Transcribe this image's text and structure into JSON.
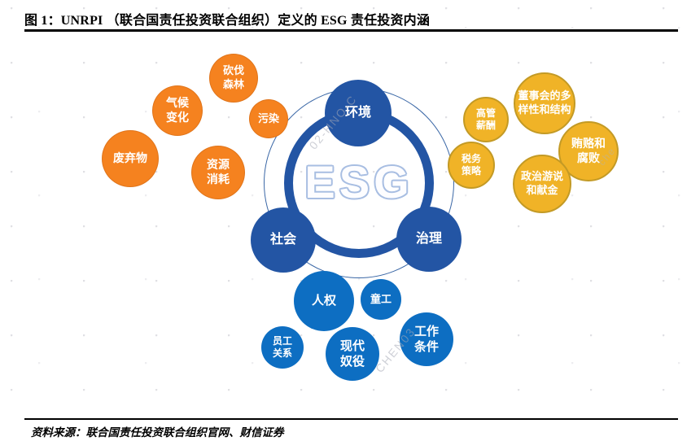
{
  "header": {
    "title": "图 1：UNRPI （联合国责任投资联合组织）定义的 ESG 责任投资内涵"
  },
  "footer": {
    "source": "资料来源：联合国责任投资联合组织官网、财信证券"
  },
  "esg_label": "ESG",
  "nodes": {
    "environment": "环境",
    "society": "社会",
    "governance": "治理"
  },
  "environment_items": [
    "砍伐\n森林",
    "气候\n变化",
    "污染",
    "废弃物",
    "资源\n消耗"
  ],
  "governance_items": [
    "高管\n薪酬",
    "董事会的多\n样性和结构",
    "贿赂和\n腐败",
    "税务\n策略",
    "政治游说\n和献金"
  ],
  "society_items": [
    "人权",
    "童工",
    "员工\n关系",
    "现代\n奴役",
    "工作\n条件"
  ],
  "watermarks": {
    "top": "02-HNO-C",
    "bottom": "CHEN03",
    "right": "che"
  },
  "colors": {
    "orange": "#F5821F",
    "gold": "#F0B327",
    "gold-border": "#C39A25",
    "node-blue": "#2355A4",
    "item-blue": "#0D6EC2",
    "ring-blue": "#2355A4",
    "thin-ring": "#3A67A6",
    "esg-outline": "#A8BEE2",
    "title-color": "#000000"
  }
}
